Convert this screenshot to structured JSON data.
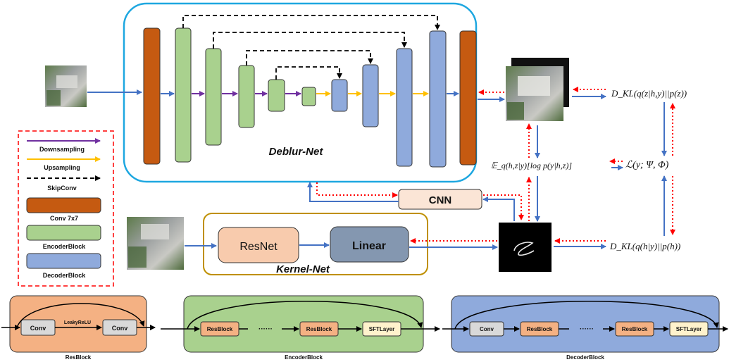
{
  "deblur_net": {
    "title": "Deblur-Net"
  },
  "kernel_net": {
    "title": "Kernel-Net",
    "resnet_label": "ResNet",
    "linear_label": "Linear"
  },
  "cnn": {
    "label": "CNN"
  },
  "legend": {
    "downsampling": "Downsampling",
    "upsampling": "Upsampling",
    "skipconv": "SkipConv",
    "conv7x7": "Conv 7x7",
    "encoderblock": "EncoderBlock",
    "decoderblock": "DecoderBlock"
  },
  "equations": {
    "kl_z": "D_KL(q(z|h,y)||p(z))",
    "expectation": "𝔼_q(h,z|y)[log p(y|h,z)]",
    "elbo": "ℒ(y; Ψ, Φ)",
    "kl_h": "D_KL(q(h|y)||p(h))"
  },
  "resblock": {
    "title": "ResBlock",
    "conv1": "Conv",
    "activation": "LeakyReLU",
    "conv2": "Conv"
  },
  "encoderblock": {
    "title": "EncoderBlock",
    "block1": "ResBlock",
    "dots": "······",
    "block2": "ResBlock",
    "block3": "SFTLayer"
  },
  "decoderblock": {
    "title": "DecoderBlock",
    "conv": "Conv",
    "block1": "ResBlock",
    "dots": "······",
    "block2": "ResBlock",
    "block3": "SFTLayer"
  },
  "colors": {
    "conv": "#c55a11",
    "encoder": "#a9d18e",
    "decoder": "#8faadc",
    "down_arrow": "#7030a0",
    "up_arrow": "#ffc000",
    "blue_arrow": "#4472c4",
    "red_dotted": "#ff0000",
    "deblur_border": "#1ea7e0",
    "kernel_border": "#bf9000"
  }
}
